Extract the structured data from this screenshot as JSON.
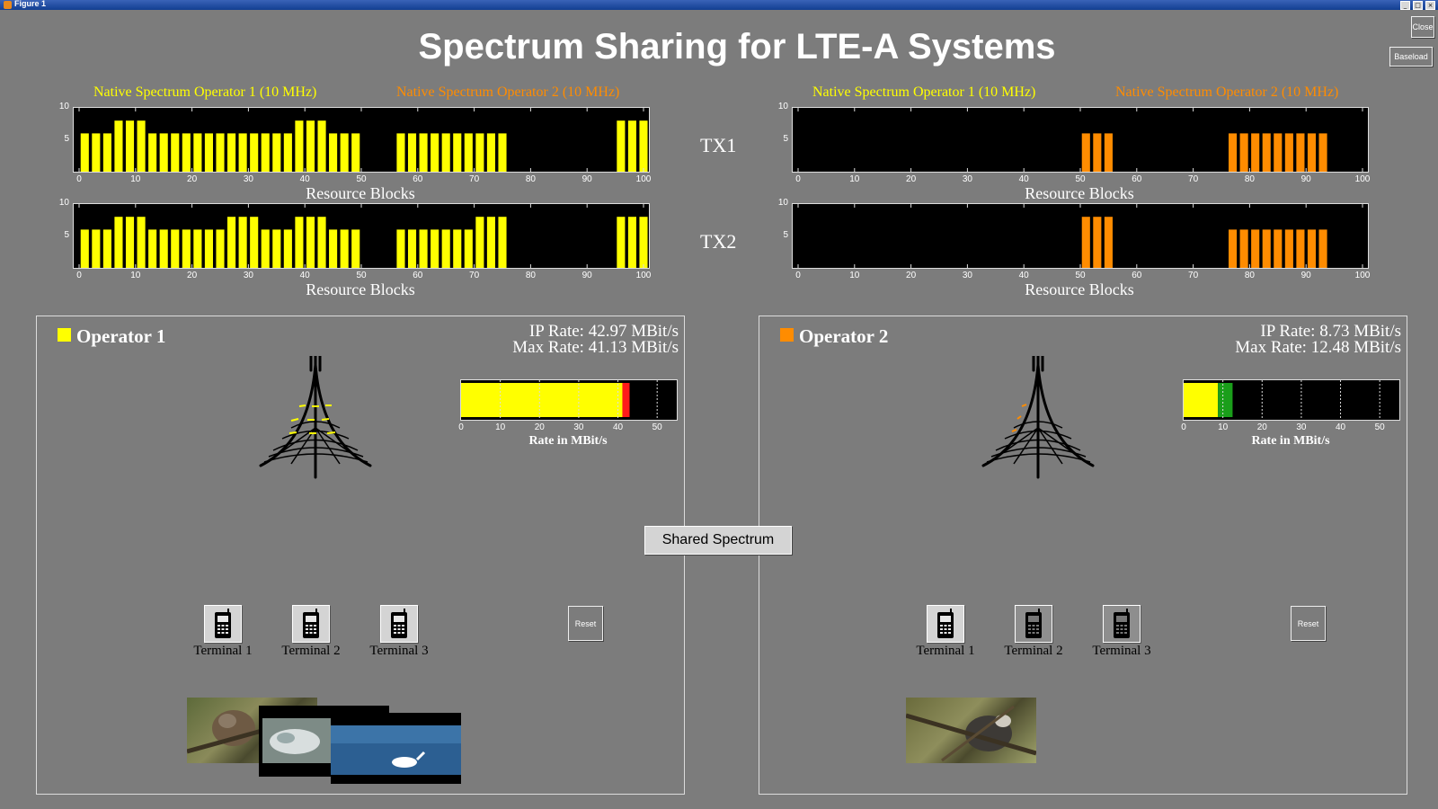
{
  "window": {
    "title": "Figure 1"
  },
  "title": "Spectrum Sharing for LTE-A Systems",
  "buttons": {
    "close": "Close",
    "baseload": "Baseload",
    "shared": "Shared Spectrum",
    "reset": "Reset"
  },
  "colors": {
    "op1": "#ffff00",
    "op2": "#ff8c00",
    "background": "#7c7c7c",
    "bar_red": "#ff1a1a",
    "bar_green": "#1a9e1a"
  },
  "spectrum_titles": {
    "op1": "Native Spectrum Operator 1 (10 MHz)",
    "op2": "Native Spectrum Operator 2 (10 MHz)"
  },
  "tx_labels": [
    "TX1",
    "TX2"
  ],
  "chart_data": [
    {
      "type": "bar",
      "title_left": "Native Spectrum Operator 1 (10 MHz)",
      "title_right": "Native Spectrum Operator 2 (10 MHz)",
      "xlabel": "Resource Blocks",
      "xlim": [
        0,
        100
      ],
      "ylim": [
        0,
        10
      ],
      "xticks": [
        0,
        10,
        20,
        30,
        40,
        50,
        60,
        70,
        80,
        90,
        100
      ],
      "yticks": [
        5,
        10
      ],
      "color": "#ffff00",
      "points": [
        [
          1,
          6
        ],
        [
          3,
          6
        ],
        [
          5,
          6
        ],
        [
          7,
          8
        ],
        [
          9,
          8
        ],
        [
          11,
          8
        ],
        [
          13,
          6
        ],
        [
          15,
          6
        ],
        [
          17,
          6
        ],
        [
          19,
          6
        ],
        [
          21,
          6
        ],
        [
          23,
          6
        ],
        [
          25,
          6
        ],
        [
          27,
          6
        ],
        [
          29,
          6
        ],
        [
          31,
          6
        ],
        [
          33,
          6
        ],
        [
          35,
          6
        ],
        [
          37,
          6
        ],
        [
          39,
          8
        ],
        [
          41,
          8
        ],
        [
          43,
          8
        ],
        [
          45,
          6
        ],
        [
          47,
          6
        ],
        [
          49,
          6
        ],
        [
          57,
          6
        ],
        [
          59,
          6
        ],
        [
          61,
          6
        ],
        [
          63,
          6
        ],
        [
          65,
          6
        ],
        [
          67,
          6
        ],
        [
          69,
          6
        ],
        [
          71,
          6
        ],
        [
          73,
          6
        ],
        [
          75,
          6
        ],
        [
          96,
          8
        ],
        [
          98,
          8
        ],
        [
          100,
          8
        ]
      ]
    },
    {
      "type": "bar",
      "title_left": "Native Spectrum Operator 1 (10 MHz)",
      "title_right": "Native Spectrum Operator 2 (10 MHz)",
      "xlabel": "Resource Blocks",
      "xlim": [
        0,
        100
      ],
      "ylim": [
        0,
        10
      ],
      "xticks": [
        0,
        10,
        20,
        30,
        40,
        50,
        60,
        70,
        80,
        90,
        100
      ],
      "yticks": [
        5,
        10
      ],
      "color": "#ff8c00",
      "points": [
        [
          51,
          6
        ],
        [
          53,
          6
        ],
        [
          55,
          6
        ],
        [
          77,
          6
        ],
        [
          79,
          6
        ],
        [
          81,
          6
        ],
        [
          83,
          6
        ],
        [
          85,
          6
        ],
        [
          87,
          6
        ],
        [
          89,
          6
        ],
        [
          91,
          6
        ],
        [
          93,
          6
        ]
      ]
    },
    {
      "type": "bar",
      "xlabel": "Resource Blocks",
      "xlim": [
        0,
        100
      ],
      "ylim": [
        0,
        10
      ],
      "xticks": [
        0,
        10,
        20,
        30,
        40,
        50,
        60,
        70,
        80,
        90,
        100
      ],
      "yticks": [
        5,
        10
      ],
      "color": "#ffff00",
      "points": [
        [
          1,
          6
        ],
        [
          3,
          6
        ],
        [
          5,
          6
        ],
        [
          7,
          8
        ],
        [
          9,
          8
        ],
        [
          11,
          8
        ],
        [
          13,
          6
        ],
        [
          15,
          6
        ],
        [
          17,
          6
        ],
        [
          19,
          6
        ],
        [
          21,
          6
        ],
        [
          23,
          6
        ],
        [
          25,
          6
        ],
        [
          27,
          8
        ],
        [
          29,
          8
        ],
        [
          31,
          8
        ],
        [
          33,
          6
        ],
        [
          35,
          6
        ],
        [
          37,
          6
        ],
        [
          39,
          8
        ],
        [
          41,
          8
        ],
        [
          43,
          8
        ],
        [
          45,
          6
        ],
        [
          47,
          6
        ],
        [
          49,
          6
        ],
        [
          57,
          6
        ],
        [
          59,
          6
        ],
        [
          61,
          6
        ],
        [
          63,
          6
        ],
        [
          65,
          6
        ],
        [
          67,
          6
        ],
        [
          69,
          6
        ],
        [
          71,
          8
        ],
        [
          73,
          8
        ],
        [
          75,
          8
        ],
        [
          96,
          8
        ],
        [
          98,
          8
        ],
        [
          100,
          8
        ]
      ]
    },
    {
      "type": "bar",
      "xlabel": "Resource Blocks",
      "xlim": [
        0,
        100
      ],
      "ylim": [
        0,
        10
      ],
      "xticks": [
        0,
        10,
        20,
        30,
        40,
        50,
        60,
        70,
        80,
        90,
        100
      ],
      "yticks": [
        5,
        10
      ],
      "color": "#ff8c00",
      "points": [
        [
          51,
          8
        ],
        [
          53,
          8
        ],
        [
          55,
          8
        ],
        [
          77,
          6
        ],
        [
          79,
          6
        ],
        [
          81,
          6
        ],
        [
          83,
          6
        ],
        [
          85,
          6
        ],
        [
          87,
          6
        ],
        [
          89,
          6
        ],
        [
          91,
          6
        ],
        [
          93,
          6
        ]
      ]
    },
    {
      "type": "bar",
      "orientation": "horizontal",
      "xlabel": "Rate in MBit/s",
      "xlim": [
        0,
        55
      ],
      "xticks": [
        0,
        10,
        20,
        30,
        40,
        50
      ],
      "ip_rate": 42.97,
      "max_rate": 41.13,
      "color": "#ffff00",
      "indicator_color": "#ff1a1a"
    },
    {
      "type": "bar",
      "orientation": "horizontal",
      "xlabel": "Rate in MBit/s",
      "xlim": [
        0,
        55
      ],
      "xticks": [
        0,
        10,
        20,
        30,
        40,
        50
      ],
      "ip_rate": 8.73,
      "max_rate": 12.48,
      "color": "#ffff00",
      "indicator_color": "#1a9e1a"
    }
  ],
  "operators": [
    {
      "name": "Operator 1",
      "color": "#ffff00",
      "ip_rate_text": "IP Rate: 42.97 MBit/s",
      "max_rate_text": "Max Rate: 41.13 MBit/s",
      "rate_axis_label": "Rate in MBit/s",
      "terminals": [
        "Terminal 1",
        "Terminal 2",
        "Terminal 3"
      ],
      "reset_label": "Reset"
    },
    {
      "name": "Operator 2",
      "color": "#ff8c00",
      "ip_rate_text": "IP Rate: 8.73 MBit/s",
      "max_rate_text": "Max Rate: 12.48 MBit/s",
      "rate_axis_label": "Rate in MBit/s",
      "terminals": [
        "Terminal 1",
        "Terminal 2",
        "Terminal 3"
      ],
      "reset_label": "Reset"
    }
  ]
}
